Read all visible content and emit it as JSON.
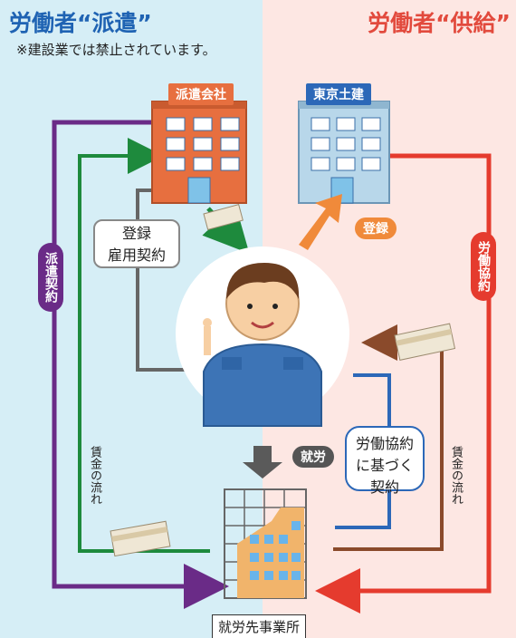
{
  "header": {
    "left_title": "労働者“派遣”",
    "left_note": "※建設業では禁止されています。",
    "right_title": "労働者“供給”"
  },
  "buildings": {
    "dispatch_company": "派遣会社",
    "tokyo_doken": "東京土建",
    "workplace": "就労先事業所"
  },
  "labels": {
    "registration_contract": [
      "登録",
      "雇用契約"
    ],
    "registration": "登録",
    "dispatch_contract": "派遣契約",
    "labor_agreement": "労働協約",
    "employment": "就労",
    "agreement_contract": [
      "労働協約",
      "に基づく",
      "契約"
    ],
    "wage_flow_left": "賃金の流れ",
    "wage_flow_right": "賃金の流れ"
  },
  "colors": {
    "left_bg": "#d6eef6",
    "right_bg": "#fde7e3",
    "blue_title": "#1f63b3",
    "red_title": "#e24a3d",
    "purple": "#6a2b87",
    "green": "#1e8a3d",
    "red_line": "#e53b2e",
    "brown": "#8a4a2b",
    "gray": "#666666",
    "orange": "#f08a3a"
  },
  "icons": [
    "office-building-icon",
    "worker-icon",
    "money-bundle-icon",
    "arrow-icon"
  ]
}
